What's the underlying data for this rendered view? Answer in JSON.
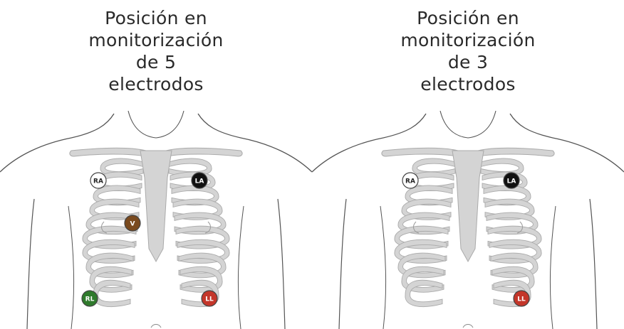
{
  "panels": [
    {
      "title_lines": [
        "Posición en",
        "monitorización",
        "de 5",
        "electrodos"
      ],
      "electrodes": [
        {
          "id": "ra",
          "label": "RA",
          "color": "#ffffff",
          "text_color": "#222222"
        },
        {
          "id": "la",
          "label": "LA",
          "color": "#111111",
          "text_color": "#ffffff"
        },
        {
          "id": "v",
          "label": "V",
          "color": "#7a4a1e",
          "text_color": "#ffffff"
        },
        {
          "id": "rl",
          "label": "RL",
          "color": "#2f7a2c",
          "text_color": "#ffffff"
        },
        {
          "id": "ll",
          "label": "LL",
          "color": "#c4362a",
          "text_color": "#ffffff"
        }
      ]
    },
    {
      "title_lines": [
        "Posición en",
        "monitorización",
        "de 3",
        "electrodos"
      ],
      "electrodes": [
        {
          "id": "ra",
          "label": "RA",
          "color": "#ffffff",
          "text_color": "#222222"
        },
        {
          "id": "la",
          "label": "LA",
          "color": "#111111",
          "text_color": "#ffffff"
        },
        {
          "id": "ll",
          "label": "LL",
          "color": "#c4362a",
          "text_color": "#ffffff"
        }
      ]
    }
  ],
  "colors": {
    "bone": "#d4d4d4",
    "bone_edge": "#aaaaaa",
    "outline": "#555555"
  }
}
